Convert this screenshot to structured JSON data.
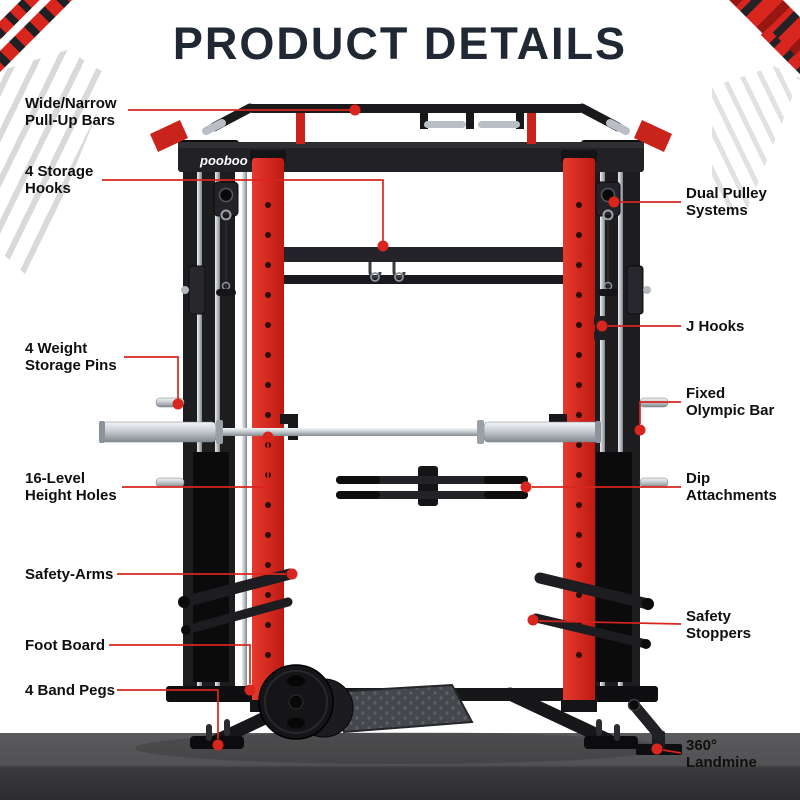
{
  "page": {
    "title": "PRODUCT DETAILS",
    "brand": "pooboo"
  },
  "colors": {
    "accent_red": "#d8251d",
    "title_dark": "#202833",
    "label_text": "#0f0f10",
    "machine_black": "#1d1d20",
    "machine_red": "#d42a22",
    "chrome": "#c7ccd1",
    "floor_top": "#5b5b5d",
    "floor_bottom": "#2e2e30"
  },
  "callouts": {
    "left": [
      {
        "label": "Wide/Narrow\nPull-Up Bars"
      },
      {
        "label": "4 Storage\nHooks"
      },
      {
        "label": "4 Weight\nStorage Pins"
      },
      {
        "label": "16-Level\nHeight Holes"
      },
      {
        "label": "Safety-Arms"
      },
      {
        "label": "Foot Board"
      },
      {
        "label": "4 Band Pegs"
      }
    ],
    "right": [
      {
        "label": "Dual Pulley\nSystems"
      },
      {
        "label": "J Hooks"
      },
      {
        "label": "Fixed\nOlympic Bar"
      },
      {
        "label": "Dip\nAttachments"
      },
      {
        "label": "Safety\nStoppers"
      },
      {
        "label": "360°\nLandmine"
      }
    ]
  }
}
